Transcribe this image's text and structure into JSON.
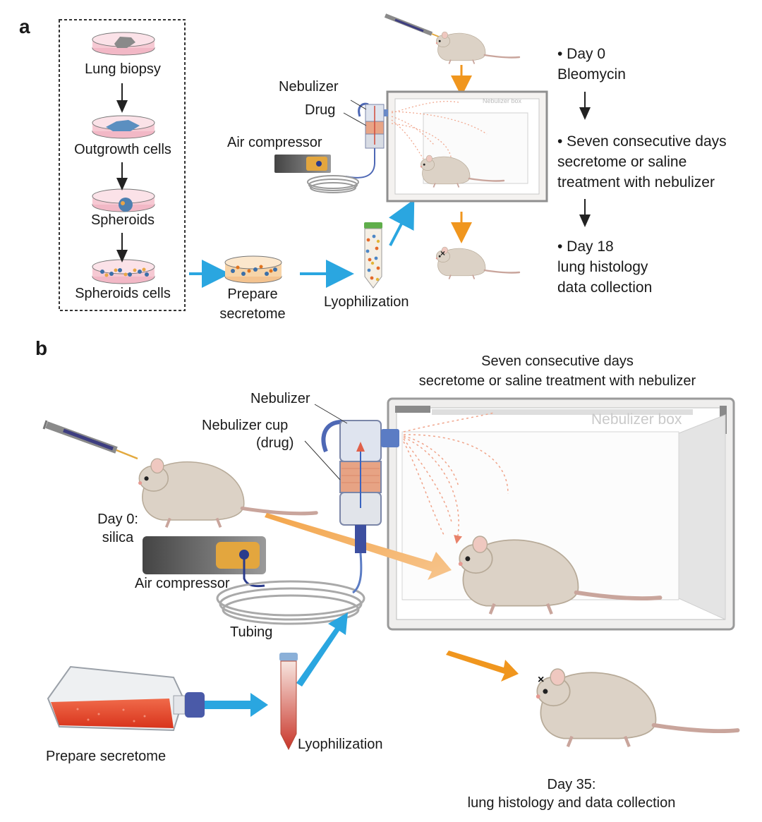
{
  "panel_a": {
    "letter": "a",
    "flow": {
      "lung_biopsy": "Lung biopsy",
      "outgrowth_cells": "Outgrowth cells",
      "spheroids": "Spheroids",
      "spheroids_cells": "Spheroids cells"
    },
    "prepare_secretome_1": "Prepare",
    "prepare_secretome_2": "secretome",
    "lyophilization": "Lyophilization",
    "nebulizer": "Nebulizer",
    "drug": "Drug",
    "air_compressor": "Air compressor",
    "nebulizer_box": "Nebulizer box",
    "timeline": {
      "day0_a": "• Day 0",
      "day0_b": "Bleomycin",
      "treat_a": "• Seven consecutive days",
      "treat_b": "secretome or saline",
      "treat_c": "treatment with nebulizer",
      "day18_a": "• Day 18",
      "day18_b": "lung histology",
      "day18_c": "data collection"
    }
  },
  "panel_b": {
    "letter": "b",
    "header_1": "Seven consecutive days",
    "header_2": "secretome or saline treatment with nebulizer",
    "nebulizer": "Nebulizer",
    "nebulizer_cup_1": "Nebulizer cup",
    "nebulizer_cup_2": "(drug)",
    "nebulizer_box": "Nebulizer box",
    "day0_1": "Day 0:",
    "day0_2": "silica",
    "air_compressor": "Air compressor",
    "tubing": "Tubing",
    "prepare_secretome": "Prepare secretome",
    "lyophilization": "Lyophilization",
    "day35_1": "Day 35:",
    "day35_2": "lung histology and data collection"
  },
  "colors": {
    "blue_arrow": "#2aa6e0",
    "orange_arrow": "#f0961e",
    "mouse": "#d9d0c4",
    "compressor_orange": "#e3a63e",
    "box_frame": "#9a9a9a"
  }
}
